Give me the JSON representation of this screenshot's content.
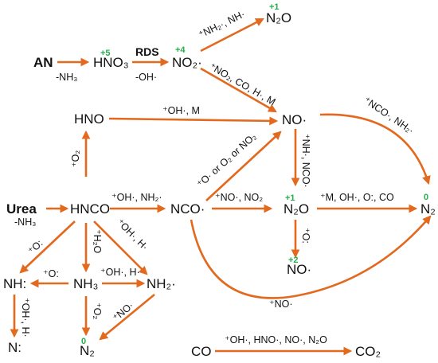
{
  "species": {
    "AN": "AN",
    "HNO3": "HNO₃",
    "NO2rad": "NO₂·",
    "N2O_top": "N₂O",
    "HNO": "HNO",
    "NOrad": "NO·",
    "Urea": "Urea",
    "HNCO": "HNCO",
    "NCOrad": "NCO·",
    "N2O_mid": "N₂O",
    "N2_right": "N₂",
    "NO_bottom": "NO·",
    "NHrad": "NH:",
    "NH3": "NH₃",
    "NH2rad": "NH₂·",
    "Nrad": "N:",
    "N2_bottom": "N₂",
    "CO": "CO",
    "CO2": "CO₂"
  },
  "oxidation_states": {
    "HNO3": "+5",
    "NO2": "+4",
    "N2O_top": "+1",
    "N2O_mid": "+1",
    "NO_bottom": "+2",
    "N2_right": "0",
    "N2_bottom": "0"
  },
  "labels": {
    "rds": "RDS",
    "an_minus_nh3": "-NH₃",
    "minus_oh": "-OH·",
    "no2_to_n2o": "⁺NH₂·, NH·",
    "no2_to_no": "⁺NO₂, CO, H·, M",
    "hno_to_no": "⁺OH·, M",
    "no_to_n2": "⁺NCO·, NH₂·",
    "no_to_n2o": "⁺NH·, NCO·",
    "hnco_to_hno": "⁺O₂",
    "nco_to_no": "⁺O· or O₂ or NO₂",
    "urea_minus_nh3": "-NH₃",
    "hnco_to_nco": "⁺OH·, NH₂·",
    "nco_to_n2o": "⁺NO·, NO₂",
    "n2o_to_n2": "⁺M, OH·, O:, CO",
    "n2o_to_no": "⁺O:",
    "hnco_to_nh": "⁺O:",
    "hnco_to_nh3": "⁺H₂O",
    "hnco_to_nh2": "⁺OH·, H·",
    "nh3_to_nh": "⁺O:",
    "nh3_to_nh2": "⁺OH·, H·",
    "nh_to_n": "⁺OH·, H·",
    "nh3_to_n2": "⁺O₂",
    "nh2_to_n2": "⁺NO·",
    "nco_to_n2_curve": "⁺NO·",
    "co_to_co2": "⁺OH·, HNO·, NO·, N₂O"
  }
}
